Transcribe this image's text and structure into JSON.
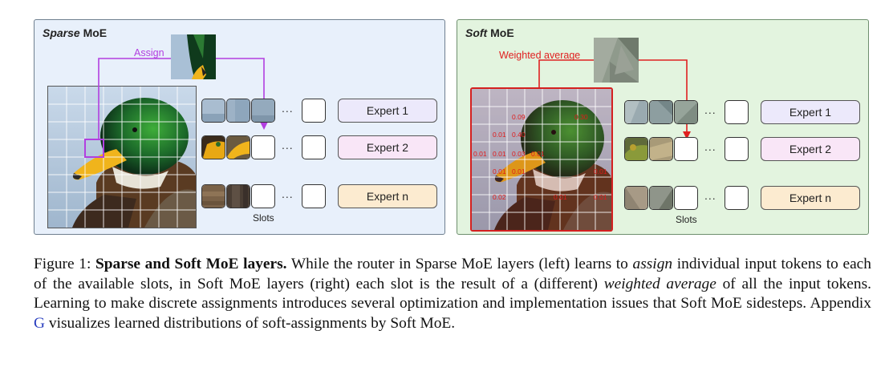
{
  "sparse_panel": {
    "title_italic": "Sparse",
    "title_rest": "MoE",
    "assign_label": "Assign",
    "dots": "...",
    "experts": [
      "Expert 1",
      "Expert 2",
      "Expert n"
    ],
    "slots_label": "Slots",
    "colors": {
      "arrow": "#b23fe0",
      "expert1": "#ece9fb",
      "expert2": "#f9e6f7",
      "expertn": "#fcebd0"
    }
  },
  "soft_panel": {
    "title_italic": "Soft",
    "title_rest": "MoE",
    "weighted_label": "Weighted average",
    "dots": "...",
    "experts": [
      "Expert 1",
      "Expert 2",
      "Expert n"
    ],
    "slots_label": "Slots",
    "weights": [
      "0.09",
      "0.30",
      "0.01",
      "0.40",
      "0.01",
      "0.01",
      "0.03",
      "0.01",
      "0.01",
      "0.01",
      "0.01",
      "0.02",
      "0.01",
      "0.01"
    ],
    "colors": {
      "arrow": "#e02020",
      "expert1": "#ece9fb",
      "expert2": "#f9e6f7",
      "expertn": "#fcebd0"
    }
  },
  "caption": {
    "figure_label": "Figure 1:",
    "bold_title": "Sparse and Soft MoE layers.",
    "t1": "While the router in Sparse MoE layers (left) learns to",
    "i1": "assign",
    "t2": "individual input tokens to each of the available slots, in Soft MoE layers (right) each slot is the result of a (different)",
    "i2": "weighted average",
    "t3": "of all the input tokens. Learning to make discrete assignments introduces several optimization and implementation issues that Soft MoE sidesteps. Appendix",
    "link": "G",
    "t4": "visualizes learned distributions of soft-assignments by Soft MoE."
  }
}
